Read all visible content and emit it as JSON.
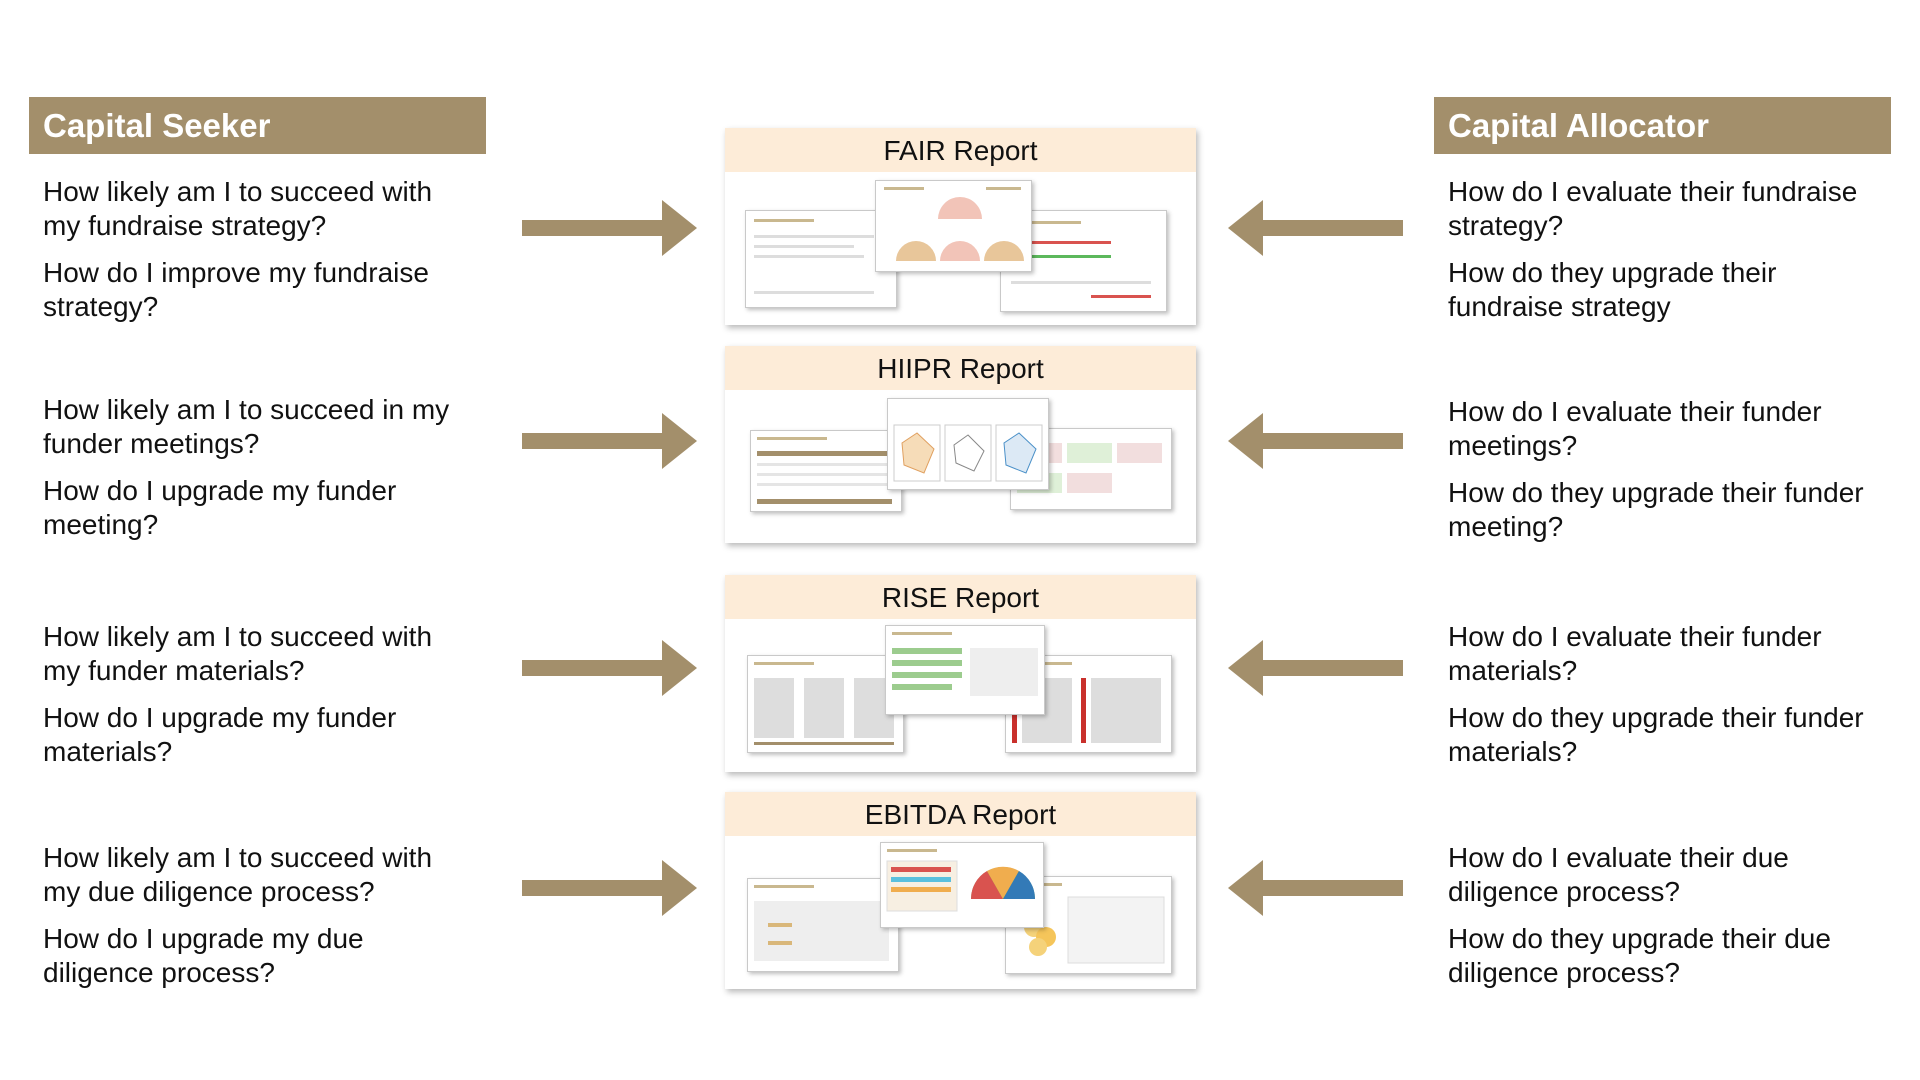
{
  "colors": {
    "accent": "#a38f6b",
    "card_title_bg": "#fdecd8"
  },
  "left_header": "Capital Seeker",
  "right_header": "Capital Allocator",
  "rows": [
    {
      "report": "FAIR Report",
      "seeker": [
        "How likely am I to succeed with my fundraise strategy?",
        "How do I improve my fundraise strategy?"
      ],
      "allocator": [
        "How do I evaluate their fundraise strategy?",
        "How do they upgrade their fundraise strategy"
      ]
    },
    {
      "report": "HIIPR Report",
      "seeker": [
        "How likely am I to succeed in my funder meetings?",
        "How do I upgrade my funder meeting?"
      ],
      "allocator": [
        "How do I evaluate their funder meetings?",
        "How do they upgrade their funder meeting?"
      ]
    },
    {
      "report": "RISE Report",
      "seeker": [
        "How likely am I to succeed with my funder materials?",
        "How do I upgrade my funder materials?"
      ],
      "allocator": [
        "How do I evaluate their funder materials?",
        "How do they upgrade their funder materials?"
      ]
    },
    {
      "report": "EBITDA Report",
      "seeker": [
        "How likely am I to succeed with my due diligence process?",
        "How do I upgrade my due diligence process?"
      ],
      "allocator": [
        "How do I evaluate their due diligence process?",
        "How do they upgrade their due diligence process?"
      ]
    }
  ]
}
